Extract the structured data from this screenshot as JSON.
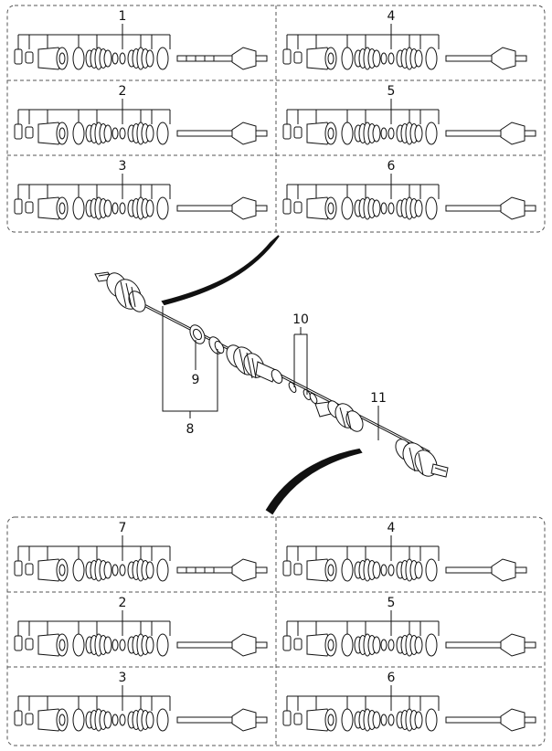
{
  "diagram": {
    "title": "",
    "top_group": {
      "panels": [
        {
          "callout": "1",
          "variant": "long-with-inner-joint"
        },
        {
          "callout": "4",
          "variant": "short"
        },
        {
          "callout": "2",
          "variant": "mid"
        },
        {
          "callout": "5",
          "variant": "mid"
        },
        {
          "callout": "3",
          "variant": "long"
        },
        {
          "callout": "6",
          "variant": "long"
        }
      ]
    },
    "assembly": {
      "callouts": [
        {
          "id": "8",
          "label": "8"
        },
        {
          "id": "9",
          "label": "9"
        },
        {
          "id": "10",
          "label": "10"
        },
        {
          "id": "11",
          "label": "11"
        }
      ]
    },
    "bottom_group": {
      "panels": [
        {
          "callout": "7",
          "variant": "long-with-inner-joint"
        },
        {
          "callout": "4",
          "variant": "short"
        },
        {
          "callout": "2",
          "variant": "mid"
        },
        {
          "callout": "5",
          "variant": "mid"
        },
        {
          "callout": "3",
          "variant": "long"
        },
        {
          "callout": "6",
          "variant": "long"
        }
      ]
    },
    "colors": {
      "line": "#111111",
      "dash": "#555555",
      "background": "#ffffff"
    }
  }
}
